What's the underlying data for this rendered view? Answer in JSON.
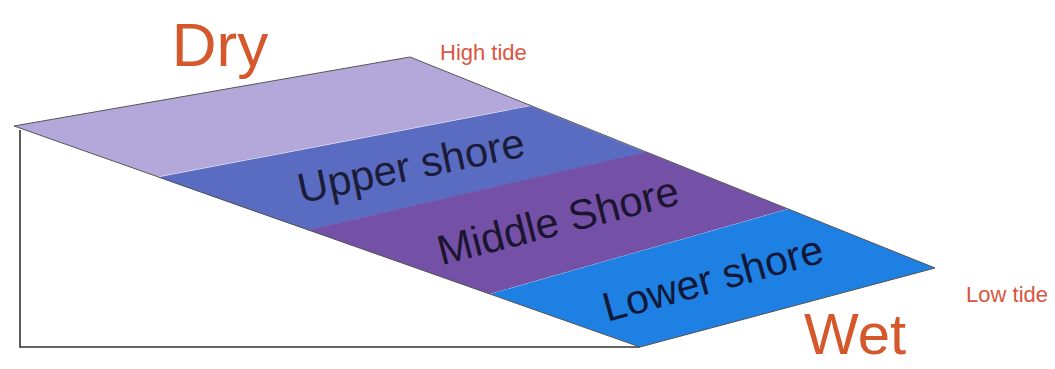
{
  "diagram": {
    "nodes": [
      {
        "text": [
          "Upper shore"
        ]
      },
      {
        "text": [
          "Middle Shore"
        ]
      },
      {
        "text": [
          "Lower shore"
        ]
      }
    ],
    "labels": [
      "Dry",
      "High tide",
      "Low tide",
      "Wet"
    ]
  }
}
